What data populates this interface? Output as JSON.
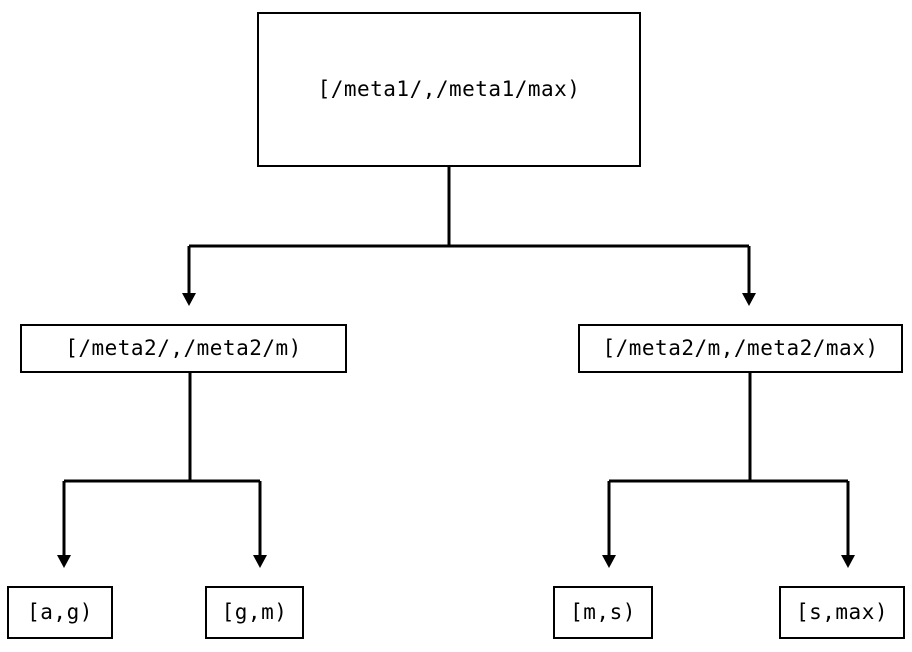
{
  "diagram": {
    "type": "tree",
    "orientation": "top-down",
    "background_color": "#ffffff",
    "line_color": "#000000",
    "text_color": "#000000",
    "nodes": {
      "root": {
        "label": "[/meta1/,/meta1/max)"
      },
      "mid_left": {
        "label": "[/meta2/,/meta2/m)"
      },
      "mid_right": {
        "label": "[/meta2/m,/meta2/max)"
      },
      "leaf_a_g": {
        "label": "[a,g)"
      },
      "leaf_g_m": {
        "label": "[g,m)"
      },
      "leaf_m_s": {
        "label": "[m,s)"
      },
      "leaf_s_max": {
        "label": "[s,max)"
      }
    },
    "edges": [
      {
        "from": "root",
        "to": "mid_left"
      },
      {
        "from": "root",
        "to": "mid_right"
      },
      {
        "from": "mid_left",
        "to": "leaf_a_g"
      },
      {
        "from": "mid_left",
        "to": "leaf_g_m"
      },
      {
        "from": "mid_right",
        "to": "leaf_m_s"
      },
      {
        "from": "mid_right",
        "to": "leaf_s_max"
      }
    ]
  }
}
